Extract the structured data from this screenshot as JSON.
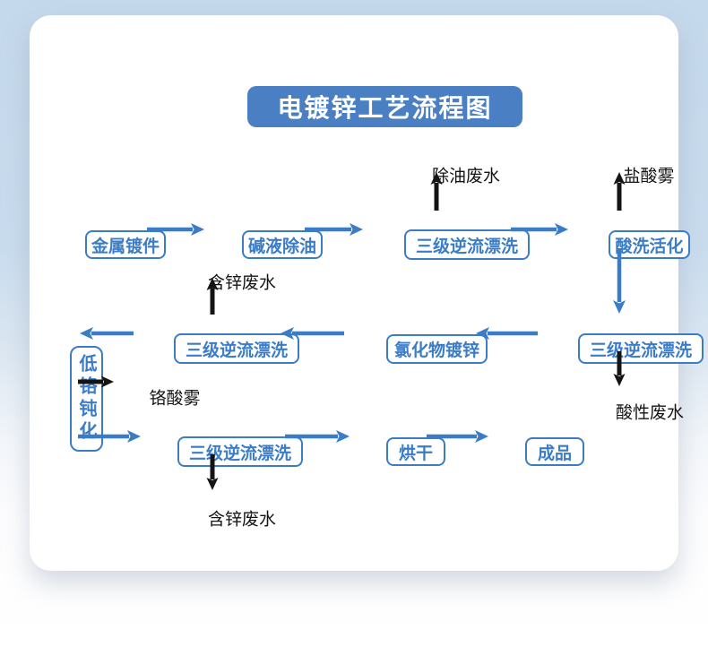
{
  "title": "电镀锌工艺流程图",
  "colors": {
    "accent_blue": "#3b7cc7",
    "banner_blue": "#4a80c3",
    "background_blue": "#c9dcee",
    "arrow_black": "#141414",
    "card_white": "#ffffff"
  },
  "nodes": {
    "metal_part": "金属镀件",
    "alkaline_degreasing": "碱液除油",
    "rinse_1": "三级逆流漂洗",
    "acid_activation": "酸洗活化",
    "rinse_2": "三级逆流漂洗",
    "chloride_galvanizing": "氯化物镀锌",
    "rinse_3": "三级逆流漂洗",
    "low_chromium_passivation": "低铬钝化",
    "rinse_4": "三级逆流漂洗",
    "drying": "烘干",
    "finished_product": "成品"
  },
  "emissions": {
    "degreasing_wastewater": "除油废水",
    "hydrochloric_acid_mist": "盐酸雾",
    "zinc_wastewater_top": "含锌废水",
    "acidic_wastewater": "酸性废水",
    "chromic_acid_mist": "铬酸雾",
    "zinc_wastewater_bottom": "含锌废水"
  },
  "edges": [
    {
      "from": "metal_part",
      "to": "alkaline_degreasing",
      "type": "process"
    },
    {
      "from": "alkaline_degreasing",
      "to": "rinse_1",
      "type": "process"
    },
    {
      "from": "rinse_1",
      "to": "acid_activation",
      "type": "process"
    },
    {
      "from": "acid_activation",
      "to": "rinse_2",
      "type": "process"
    },
    {
      "from": "rinse_2",
      "to": "chloride_galvanizing",
      "type": "process"
    },
    {
      "from": "chloride_galvanizing",
      "to": "rinse_3",
      "type": "process"
    },
    {
      "from": "rinse_3",
      "to": "low_chromium_passivation",
      "type": "process"
    },
    {
      "from": "low_chromium_passivation",
      "to": "rinse_4",
      "type": "process"
    },
    {
      "from": "rinse_4",
      "to": "drying",
      "type": "process"
    },
    {
      "from": "drying",
      "to": "finished_product",
      "type": "process"
    },
    {
      "from": "rinse_1",
      "to": "degreasing_wastewater",
      "type": "emission"
    },
    {
      "from": "acid_activation",
      "to": "hydrochloric_acid_mist",
      "type": "emission"
    },
    {
      "from": "rinse_3",
      "to": "zinc_wastewater_top",
      "type": "emission"
    },
    {
      "from": "rinse_2",
      "to": "acidic_wastewater",
      "type": "emission"
    },
    {
      "from": "low_chromium_passivation",
      "to": "chromic_acid_mist",
      "type": "emission"
    },
    {
      "from": "rinse_4",
      "to": "zinc_wastewater_bottom",
      "type": "emission"
    }
  ]
}
